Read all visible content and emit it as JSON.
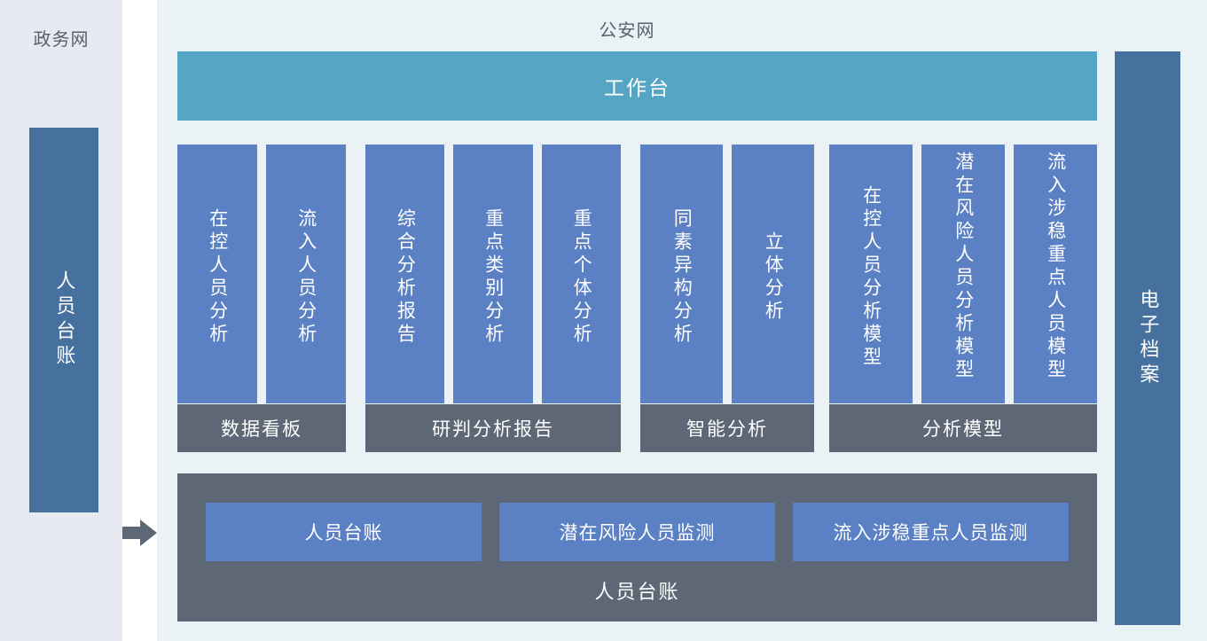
{
  "left_zone": {
    "title": "政务网",
    "card_label": "人员台账"
  },
  "connector": {
    "icon": "arrow-right-icon"
  },
  "main_zone": {
    "title": "公安网",
    "workbench_label": "工作台",
    "groups": [
      {
        "footer_label": "数据看板",
        "cards": [
          {
            "label": "在控人员分析"
          },
          {
            "label": "流入人员分析"
          }
        ]
      },
      {
        "footer_label": "研判分析报告",
        "cards": [
          {
            "label": "综合分析报告"
          },
          {
            "label": "重点类别分析"
          },
          {
            "label": "重点个体分析"
          }
        ]
      },
      {
        "footer_label": "智能分析",
        "cards": [
          {
            "label": "同素异构分析"
          },
          {
            "label": "立体分析"
          }
        ]
      },
      {
        "footer_label": "分析模型",
        "cards": [
          {
            "label": "在控人员分析模型"
          },
          {
            "label": "潜在风险人员分析模型"
          },
          {
            "label": "流入涉稳重点人员模型"
          }
        ]
      }
    ],
    "ledger": {
      "footer_label": "人员台账",
      "tiles": [
        {
          "label": "人员台账"
        },
        {
          "label": "潜在风险人员监测"
        },
        {
          "label": "流入涉稳重点人员监测"
        }
      ]
    }
  },
  "right_zone": {
    "card_label": "电子档案"
  },
  "colors": {
    "left_zone_bg": "#e7eaf2",
    "main_zone_bg": "#eaf2f5",
    "side_card_blue": "#46719e",
    "card_blue": "#5b80c4",
    "footer_gray": "#5d6775",
    "workbench_teal": "#55a6c4",
    "title_text": "#5a6070",
    "arrow_gray": "#5d6775"
  }
}
